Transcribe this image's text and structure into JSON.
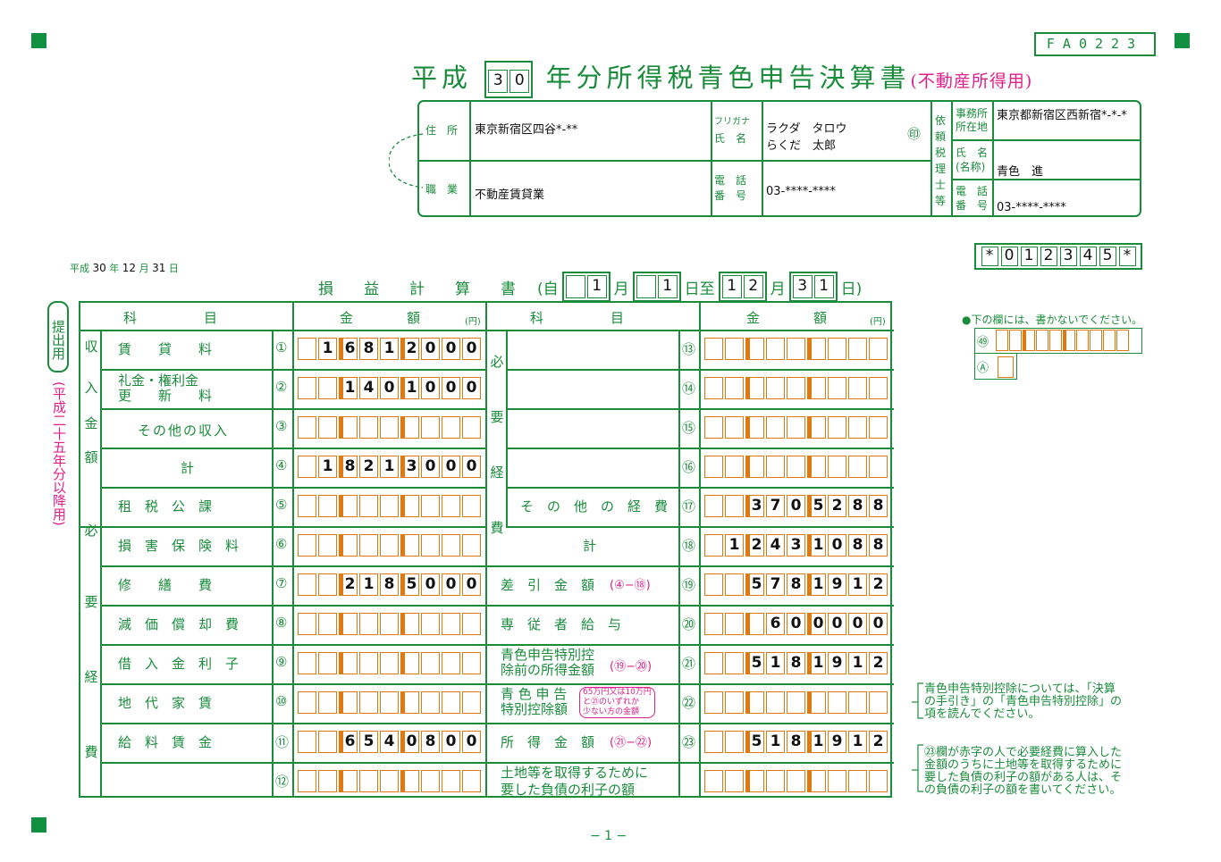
{
  "form_code": "FA0223",
  "title": {
    "prefix": "平成",
    "year": [
      "3",
      "0"
    ],
    "main": "年分所得税青色申告決算書",
    "suffix": "(不動産所得用)"
  },
  "header": {
    "address_label": "住　所",
    "address_value": "東京新宿区四谷*-**",
    "furigana_label": "フリガナ",
    "name_label": "氏　名",
    "furigana_value": "ラクダ　タロウ",
    "name_value": "らくだ　太郎",
    "seal": "㊞",
    "job_label": "職　業",
    "job_value": "不動産賃貸業",
    "phone_label1": "電　話",
    "phone_label2": "番　号",
    "phone_value": "03-****-****",
    "tax_accountant_label": "依頼税理士等",
    "office_label1": "事務所",
    "office_label2": "所在地",
    "office_value": "東京都新宿区西新宿*-*-*",
    "acc_name_label1": "氏　名",
    "acc_name_label2": "(名称)",
    "acc_name_value": "青色　進",
    "acc_phone_label1": "電　話",
    "acc_phone_label2": "番　号",
    "acc_phone_value": "03-****-****"
  },
  "id_number": [
    "*",
    "0",
    "1",
    "2",
    "3",
    "4",
    "5",
    "*"
  ],
  "date": {
    "prefix": "平成",
    "year": "30",
    "y": "年",
    "month": "12",
    "m": "月",
    "day": "31",
    "d": "日"
  },
  "statement": {
    "title": "損　　益　　計　　算　　書",
    "period_open": "(自",
    "from_month": [
      "",
      "1"
    ],
    "month_label": "月",
    "from_day": [
      "",
      "1"
    ],
    "day_label_to": "日至",
    "to_month": [
      "1",
      "2"
    ],
    "to_day": [
      "3",
      "1"
    ],
    "period_close": "日)"
  },
  "side": {
    "submit": "提出用",
    "note": "(平成二十五年分以降用)"
  },
  "columns": {
    "item": "科　　　　　目",
    "amount": "金　　　　額",
    "yen": "(円)"
  },
  "no_write_note": "●下の欄には、書かないでください。",
  "no_write_labels": [
    "㊾",
    "Ⓐ"
  ],
  "left_groups": {
    "income": [
      "収",
      "入",
      "金",
      "額"
    ],
    "expense": [
      "必",
      "要",
      "経",
      "費"
    ]
  },
  "right_group": [
    "必",
    "要",
    "経",
    "費"
  ],
  "left_rows": [
    {
      "label": "賃　　貸　　料",
      "num": "①",
      "amount": "16812000"
    },
    {
      "label": "礼金・権利金\n更　　新　　料",
      "num": "②",
      "amount": "1401000"
    },
    {
      "label": "その他の収入",
      "num": "③",
      "amount": ""
    },
    {
      "label": "計",
      "num": "④",
      "amount": "18213000"
    },
    {
      "label": "租　税　公　課",
      "num": "⑤",
      "amount": ""
    },
    {
      "label": "損　害　保　険　料",
      "num": "⑥",
      "amount": ""
    },
    {
      "label": "修　　繕　　費",
      "num": "⑦",
      "amount": "2185000"
    },
    {
      "label": "減　価　償　却　費",
      "num": "⑧",
      "amount": ""
    },
    {
      "label": "借　入　金　利　子",
      "num": "⑨",
      "amount": ""
    },
    {
      "label": "地　代　家　賃",
      "num": "⑩",
      "amount": ""
    },
    {
      "label": "給　料　賃　金",
      "num": "⑪",
      "amount": "6540800"
    },
    {
      "label": "",
      "num": "⑫",
      "amount": ""
    }
  ],
  "right_rows": [
    {
      "label": "",
      "num": "⑬",
      "amount": ""
    },
    {
      "label": "",
      "num": "⑭",
      "amount": ""
    },
    {
      "label": "",
      "num": "⑮",
      "amount": ""
    },
    {
      "label": "",
      "num": "⑯",
      "amount": ""
    },
    {
      "label": "そ　の　他　の　経　費",
      "num": "⑰",
      "amount": "3705288"
    },
    {
      "label": "計",
      "num": "⑱",
      "amount": "12431088"
    },
    {
      "label": "差　引　金　額",
      "sub": "(④−⑱)",
      "num": "⑲",
      "amount": "5781912"
    },
    {
      "label": "専　従　者　給　与",
      "num": "⑳",
      "amount": "600000"
    },
    {
      "label": "青色申告特別控\n除前の所得金額",
      "sub": "(⑲−⑳)",
      "num": "㉑",
      "amount": "5181912"
    },
    {
      "label": "青 色 申 告\n特別控除額",
      "sub": "65万円又は10万円\nと㉑のいずれか\n少ない方の金額",
      "num": "㉒",
      "amount": ""
    },
    {
      "label": "所　得　金　額",
      "sub": "(㉑−㉒)",
      "num": "㉓",
      "amount": "5181912"
    },
    {
      "label": "土地等を取得するために\n要した負債の利子の額",
      "num": "",
      "amount": ""
    }
  ],
  "notes": {
    "note1": "青色申告特別控除については、「決算\nの手引き」の「青色申告特別控除」の\n項を読んでください。",
    "note2": "㉓欄が赤字の人で必要経費に算入した\n金額のうちに土地等を取得するために\n要した負債の利子の額がある人は、そ\nの負債の利子の額を書いてください。"
  },
  "page_number": "− 1 −"
}
